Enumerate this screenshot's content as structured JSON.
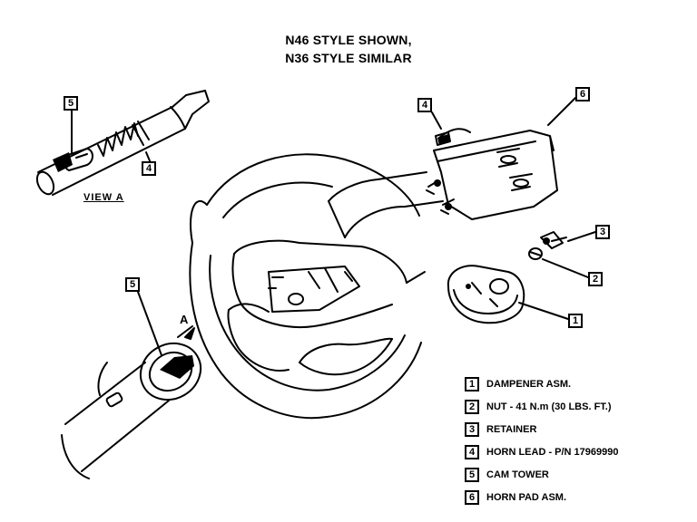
{
  "title": {
    "line1": "N46 STYLE SHOWN,",
    "line2": "N36 STYLE SIMILAR"
  },
  "view_label": "VIEW A",
  "arrow_label": "A",
  "callouts": {
    "view_a_cam_tower": "5",
    "view_a_horn_lead": "4",
    "main_cam_tower": "5",
    "main_horn_lead": "4",
    "main_horn_pad": "6",
    "main_retainer": "3",
    "main_nut": "2",
    "main_dampener": "1"
  },
  "legend": [
    {
      "num": "1",
      "text": "DAMPENER ASM."
    },
    {
      "num": "2",
      "text": "NUT - 41 N.m (30 LBS. FT.)"
    },
    {
      "num": "3",
      "text": "RETAINER"
    },
    {
      "num": "4",
      "text": "HORN LEAD - P/N 17969990"
    },
    {
      "num": "5",
      "text": "CAM TOWER"
    },
    {
      "num": "6",
      "text": "HORN PAD ASM."
    }
  ]
}
